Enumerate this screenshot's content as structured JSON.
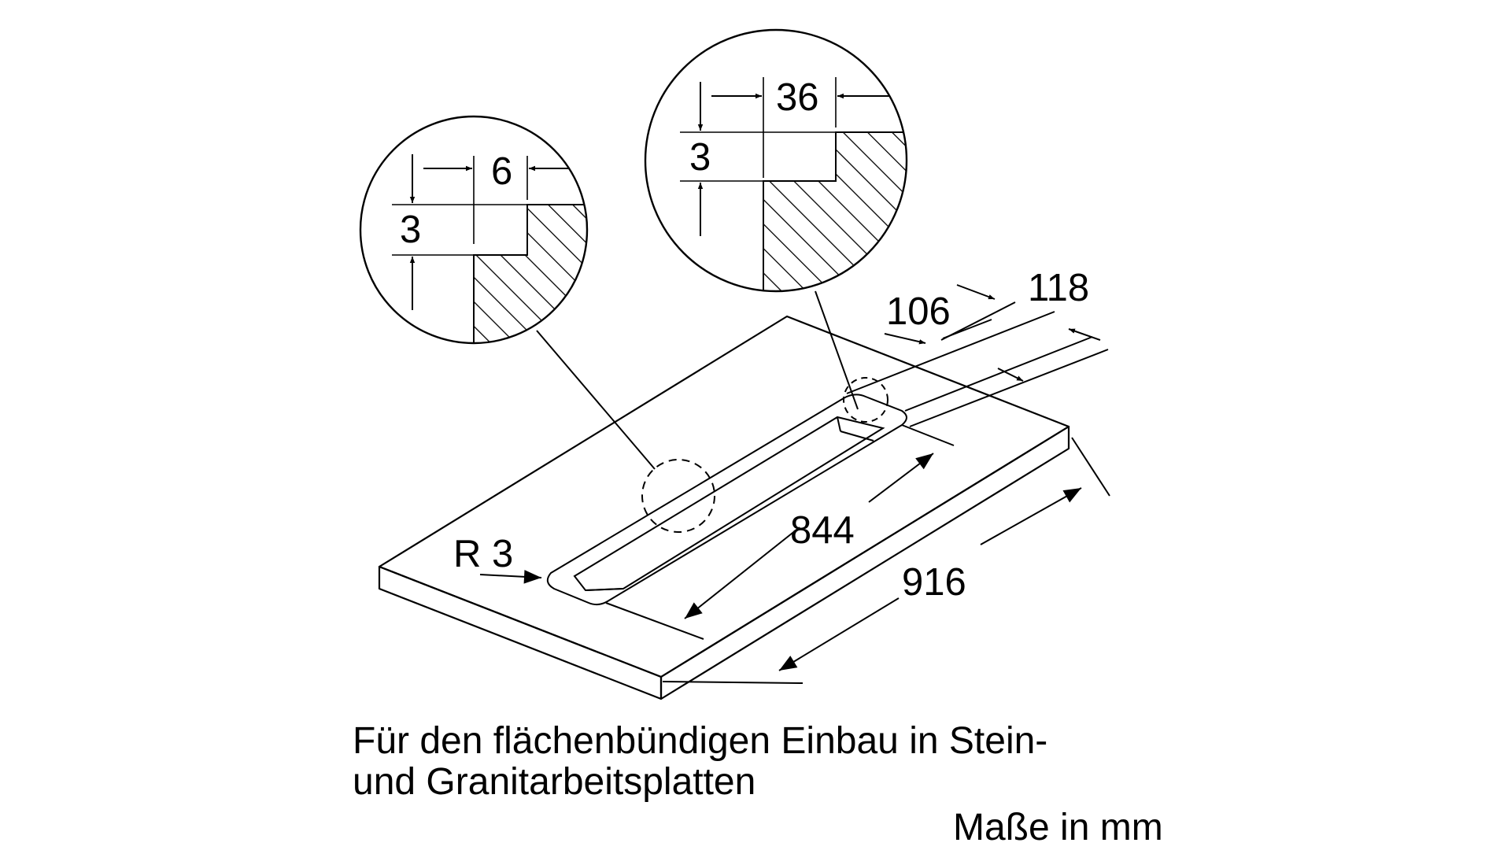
{
  "dimensions": {
    "detail_left_width": "6",
    "detail_left_depth": "3",
    "detail_right_width": "36",
    "detail_right_depth": "3",
    "dim_106": "106",
    "dim_118": "118",
    "dim_844": "844",
    "dim_916": "916",
    "radius": "R 3"
  },
  "caption": {
    "line1": "Für den flächenbündigen Einbau in Stein-",
    "line2": "und Granitarbeitsplatten",
    "units": "Maße in mm"
  },
  "colors": {
    "line": "#000000",
    "background": "#ffffff"
  }
}
